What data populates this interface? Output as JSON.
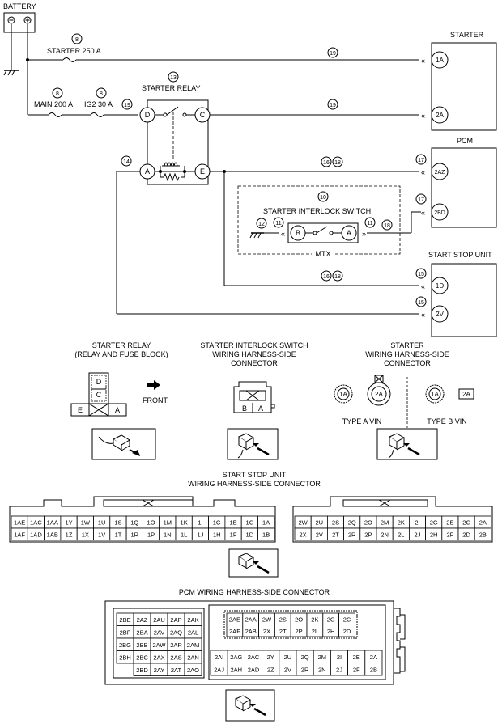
{
  "labels": {
    "battery": "BATTERY",
    "starter": "STARTER",
    "pcm": "PCM",
    "start_stop_unit": "START STOP UNIT",
    "starter_250a": "STARTER 250 A",
    "main_200a": "MAIN 200 A",
    "ig2_30a": "IG2 30 A",
    "starter_relay": "STARTER RELAY",
    "starter_interlock_switch": "STARTER INTERLOCK SWITCH",
    "mtx": "MTX",
    "front": "FRONT",
    "type_a_vin": "TYPE A VIN",
    "type_b_vin": "TYPE B VIN"
  },
  "callouts": {
    "c8": "8",
    "c10": "10",
    "c11": "11",
    "c12": "12",
    "c13": "13",
    "c14": "14",
    "c15": "15",
    "c16": "16",
    "c17": "17",
    "c18": "18",
    "c19": "19"
  },
  "terminals": {
    "starter_1a": "1A",
    "starter_2a": "2A",
    "pcm_2az": "2AZ",
    "pcm_2bd": "2BD",
    "ssu_1d": "1D",
    "ssu_2v": "2V",
    "relay_d": "D",
    "relay_c": "C",
    "relay_a": "A",
    "relay_e": "E",
    "switch_b": "B",
    "switch_a": "A"
  },
  "connector_titles": {
    "relay_line1": "STARTER RELAY",
    "relay_line2": "(RELAY AND FUSE BLOCK)",
    "interlock_line1": "STARTER INTERLOCK SWITCH",
    "interlock_line2": "WIRING HARNESS-SIDE",
    "interlock_line3": "CONNECTOR",
    "starter_line1": "STARTER",
    "starter_line2": "WIRING HARNESS-SIDE",
    "starter_line3": "CONNECTOR",
    "ssu_line1": "START STOP UNIT",
    "ssu_line2": "WIRING HARNESS-SIDE CONNECTOR",
    "pcm_title": "PCM WIRING HARNESS-SIDE CONNECTOR"
  },
  "relay_connector_pins": {
    "d": "D",
    "c": "C",
    "e": "E",
    "a": "A"
  },
  "interlock_connector_pins": {
    "b": "B",
    "a": "A"
  },
  "starter_connector_pins": {
    "a_1a": "1A",
    "a_2a": "2A",
    "b_1a": "1A",
    "b_2a": "2A"
  },
  "ssu_left": {
    "row1": [
      "1AE",
      "1AC",
      "1AA",
      "1Y",
      "1W",
      "1U",
      "1S",
      "1Q",
      "1O",
      "1M",
      "1K",
      "1I",
      "1G",
      "1E",
      "1C",
      "1A"
    ],
    "row2": [
      "1AF",
      "1AD",
      "1AB",
      "1Z",
      "1X",
      "1V",
      "1T",
      "1R",
      "1P",
      "1N",
      "1L",
      "1J",
      "1H",
      "1F",
      "1D",
      "1B"
    ]
  },
  "ssu_right": {
    "row1": [
      "2W",
      "2U",
      "2S",
      "2Q",
      "2O",
      "2M",
      "2K",
      "2I",
      "2G",
      "2E",
      "2C",
      "2A"
    ],
    "row2": [
      "2X",
      "2V",
      "2T",
      "2R",
      "2P",
      "2N",
      "2L",
      "2J",
      "2H",
      "2F",
      "2D",
      "2B"
    ]
  },
  "pcm_left": {
    "rows": [
      [
        "2BE",
        "2AZ",
        "2AU",
        "2AP",
        "2AK"
      ],
      [
        "2BF",
        "2BA",
        "2AV",
        "2AQ",
        "2AL"
      ],
      [
        "2BG",
        "2BB",
        "2AW",
        "2AR",
        "2AM"
      ],
      [
        "2BH",
        "2BC",
        "2AX",
        "2AS",
        "2AN"
      ],
      [
        "",
        "2BD",
        "2AY",
        "2AT",
        "2AO"
      ]
    ]
  },
  "pcm_right": {
    "top_rows": [
      [
        "2AE",
        "2AA",
        "2W",
        "2S",
        "2O",
        "2K",
        "2G",
        "2C"
      ],
      [
        "2AF",
        "2AB",
        "2X",
        "2T",
        "2P",
        "2L",
        "2H",
        "2D"
      ]
    ],
    "bottom_rows": [
      [
        "2AI",
        "2AG",
        "2AC",
        "2Y",
        "2U",
        "2Q",
        "2M",
        "2I",
        "2E",
        "2A"
      ],
      [
        "2AJ",
        "2AH",
        "2AD",
        "2Z",
        "2V",
        "2R",
        "2N",
        "2J",
        "2F",
        "2B"
      ]
    ]
  }
}
